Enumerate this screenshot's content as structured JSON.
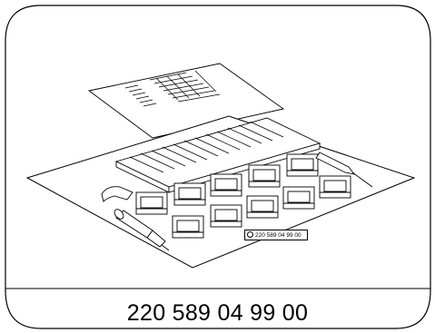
{
  "part_number": "220 589 04 99 00",
  "label_text": "220 589 04 99 00",
  "icons": [
    "instruction-sheet",
    "tray",
    "connector",
    "screwdriver",
    "wrench",
    "probe",
    "key-clip"
  ]
}
